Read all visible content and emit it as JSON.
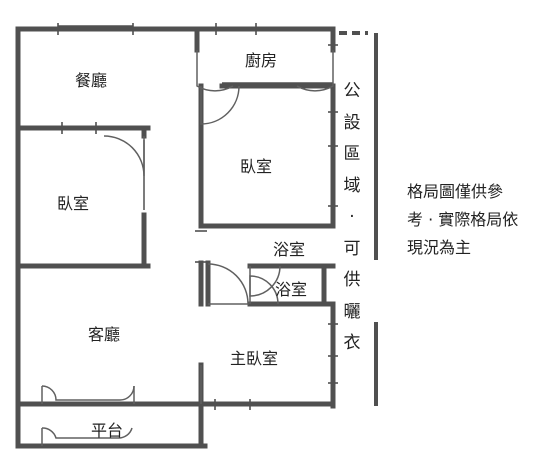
{
  "rooms": {
    "dining": "餐廳",
    "kitchen": "廚房",
    "bedroom_left": "臥室",
    "bedroom_mid": "臥室",
    "bath_1": "浴室",
    "bath_2": "浴室",
    "living": "客廳",
    "master": "主臥室",
    "balcony": "平台"
  },
  "side_text": [
    "公",
    "設",
    "區",
    "域",
    "·",
    "可",
    "供",
    "曬",
    "衣"
  ],
  "note": [
    "格局圖僅供參",
    "考 · 實際格局依",
    "現況為主"
  ],
  "colors": {
    "wall": "#505050",
    "door": "#606060",
    "text": "#222222"
  }
}
